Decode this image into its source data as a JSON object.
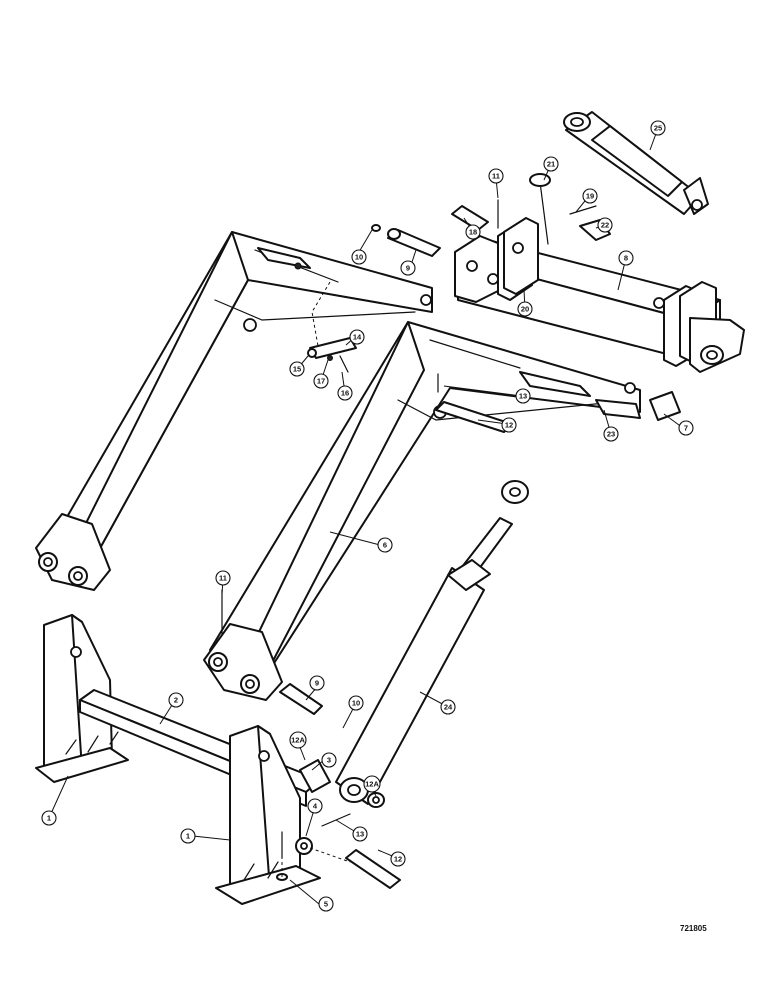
{
  "figure_id": "721805",
  "callouts": [
    {
      "label": "1"
    },
    {
      "label": "1"
    },
    {
      "label": "2"
    },
    {
      "label": "3"
    },
    {
      "label": "4"
    },
    {
      "label": "5"
    },
    {
      "label": "6"
    },
    {
      "label": "7"
    },
    {
      "label": "8"
    },
    {
      "label": "9"
    },
    {
      "label": "9"
    },
    {
      "label": "10"
    },
    {
      "label": "10"
    },
    {
      "label": "11"
    },
    {
      "label": "11"
    },
    {
      "label": "12"
    },
    {
      "label": "12"
    },
    {
      "label": "12A"
    },
    {
      "label": "12A"
    },
    {
      "label": "13"
    },
    {
      "label": "13"
    },
    {
      "label": "14"
    },
    {
      "label": "15"
    },
    {
      "label": "16"
    },
    {
      "label": "17"
    },
    {
      "label": "18"
    },
    {
      "label": "19"
    },
    {
      "label": "20"
    },
    {
      "label": "21"
    },
    {
      "label": "22"
    },
    {
      "label": "23"
    },
    {
      "label": "24"
    },
    {
      "label": "25"
    }
  ]
}
